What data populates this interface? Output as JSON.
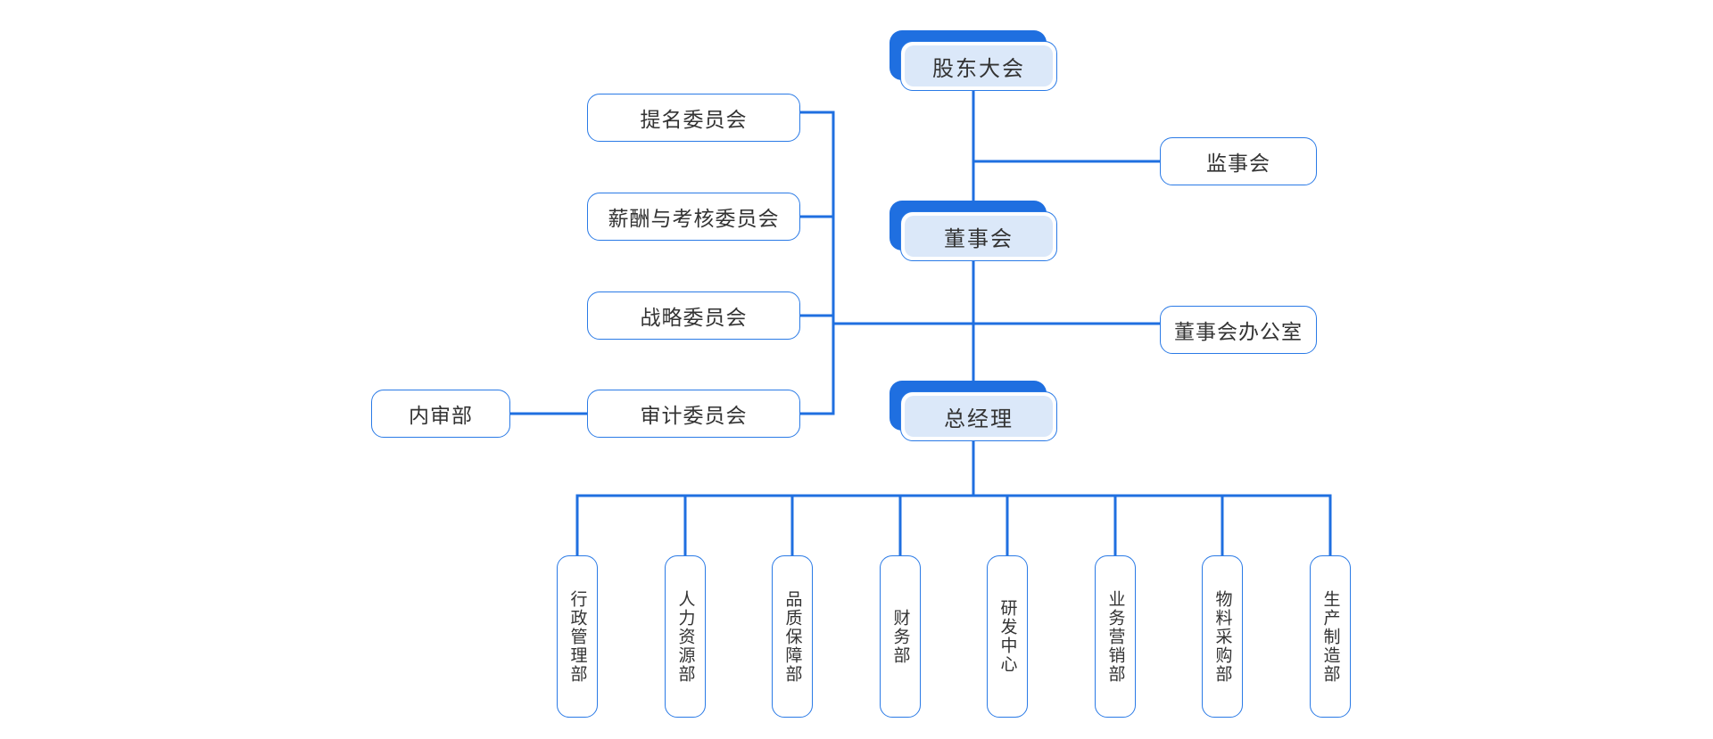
{
  "nodes": {
    "shareholders_meeting": "股东大会",
    "supervisory_board": "监事会",
    "board_of_directors": "董事会",
    "board_office": "董事会办公室",
    "general_manager": "总经理",
    "nomination_committee": "提名委员会",
    "compensation_committee": "薪酬与考核委员会",
    "strategy_committee": "战略委员会",
    "audit_committee": "审计委员会",
    "internal_audit": "内审部"
  },
  "departments": [
    "行政管理部",
    "人力资源部",
    "品质保障部",
    "财务部",
    "研发中心",
    "业务营销部",
    "物料采购部",
    "生产制造部"
  ],
  "colors": {
    "accent": "#1f6fe0",
    "border": "#2a7ae6",
    "highlight_fill": "#dbe8f9",
    "text": "#333333"
  }
}
